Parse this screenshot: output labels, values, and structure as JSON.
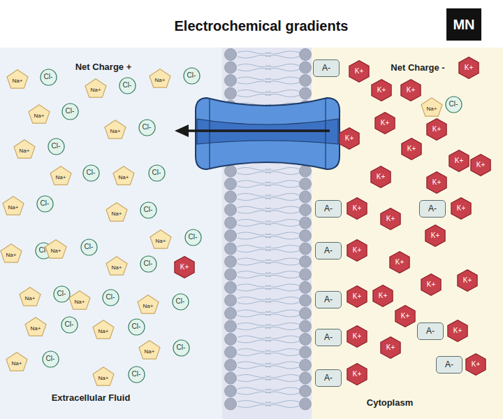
{
  "diagram": {
    "title": "Electrochemical gradients",
    "nodes": [
      {
        "text": [
          "MN"
        ]
      },
      {
        "text": [
          "Na+"
        ]
      },
      {
        "text": [
          "Cl-"
        ]
      },
      {
        "text": [
          "Na+"
        ]
      },
      {
        "text": [
          "Cl-"
        ]
      },
      {
        "text": [
          "Na+"
        ]
      },
      {
        "text": [
          "Cl-"
        ]
      },
      {
        "text": [
          "Na+"
        ]
      },
      {
        "text": [
          "Cl-"
        ]
      },
      {
        "text": [
          "Na+"
        ]
      },
      {
        "text": [
          "Cl-"
        ]
      },
      {
        "text": [
          "Na+"
        ]
      },
      {
        "text": [
          "Cl-"
        ]
      },
      {
        "text": [
          "Na+"
        ]
      },
      {
        "text": [
          "Cl-"
        ]
      },
      {
        "text": [
          "Na+"
        ]
      },
      {
        "text": [
          "Cl-"
        ]
      },
      {
        "text": [
          "Na+"
        ]
      },
      {
        "text": [
          "Cl-"
        ]
      },
      {
        "text": [
          "Na+"
        ]
      },
      {
        "text": [
          "Cl-"
        ]
      },
      {
        "text": [
          "Na+"
        ]
      },
      {
        "text": [
          "Cl-"
        ]
      },
      {
        "text": [
          "Na+"
        ]
      },
      {
        "text": [
          "Cl-"
        ]
      },
      {
        "text": [
          "Na+"
        ]
      },
      {
        "text": [
          "Cl-"
        ]
      },
      {
        "text": [
          "Na+"
        ]
      },
      {
        "text": [
          "Cl-"
        ]
      },
      {
        "text": [
          "K+"
        ]
      },
      {
        "text": [
          "Na+"
        ]
      },
      {
        "text": [
          "Cl-"
        ]
      },
      {
        "text": [
          "Na+"
        ]
      },
      {
        "text": [
          "Cl-"
        ]
      },
      {
        "text": [
          "Na+"
        ]
      },
      {
        "text": [
          "Cl-"
        ]
      },
      {
        "text": [
          "Na+"
        ]
      },
      {
        "text": [
          "Cl-"
        ]
      },
      {
        "text": [
          "Na+"
        ]
      },
      {
        "text": [
          "Cl-"
        ]
      },
      {
        "text": [
          "Na+"
        ]
      },
      {
        "text": [
          "Cl-"
        ]
      },
      {
        "text": [
          "Na+"
        ]
      },
      {
        "text": [
          "Cl-"
        ]
      },
      {
        "text": [
          "Na+"
        ]
      },
      {
        "text": [
          "Cl-"
        ]
      },
      {
        "text": [
          "A-"
        ]
      },
      {
        "text": [
          "K+"
        ]
      },
      {
        "text": [
          "K+"
        ]
      },
      {
        "text": [
          "K+"
        ]
      },
      {
        "text": [
          "K+"
        ]
      },
      {
        "text": [
          "Na+"
        ]
      },
      {
        "text": [
          "Cl-"
        ]
      },
      {
        "text": [
          "K+"
        ]
      },
      {
        "text": [
          "K+"
        ]
      },
      {
        "text": [
          "K+"
        ]
      },
      {
        "text": [
          "K+"
        ]
      },
      {
        "text": [
          "K+"
        ]
      },
      {
        "text": [
          "K+"
        ]
      },
      {
        "text": [
          "K+"
        ]
      },
      {
        "text": [
          "K+"
        ]
      },
      {
        "text": [
          "A-"
        ]
      },
      {
        "text": [
          "K+"
        ]
      },
      {
        "text": [
          "A-"
        ]
      },
      {
        "text": [
          "K+"
        ]
      },
      {
        "text": [
          "K+"
        ]
      },
      {
        "text": [
          "K+"
        ]
      },
      {
        "text": [
          "A-"
        ]
      },
      {
        "text": [
          "K+"
        ]
      },
      {
        "text": [
          "K+"
        ]
      },
      {
        "text": [
          "K+"
        ]
      },
      {
        "text": [
          "K+"
        ]
      },
      {
        "text": [
          "A-"
        ]
      },
      {
        "text": [
          "K+"
        ]
      },
      {
        "text": [
          "K+"
        ]
      },
      {
        "text": [
          "K+"
        ]
      },
      {
        "text": [
          "A-"
        ]
      },
      {
        "text": [
          "K+"
        ]
      },
      {
        "text": [
          "A-"
        ]
      },
      {
        "text": [
          "K+"
        ]
      },
      {
        "text": [
          "K+"
        ]
      },
      {
        "text": [
          "A-"
        ]
      },
      {
        "text": [
          "K+"
        ]
      },
      {
        "text": [
          "A-"
        ]
      },
      {
        "text": [
          "K+"
        ]
      }
    ],
    "labels": [
      "Net Charge +",
      "Net Charge -",
      "Extracellular Fluid",
      "Cytoplasm"
    ]
  }
}
